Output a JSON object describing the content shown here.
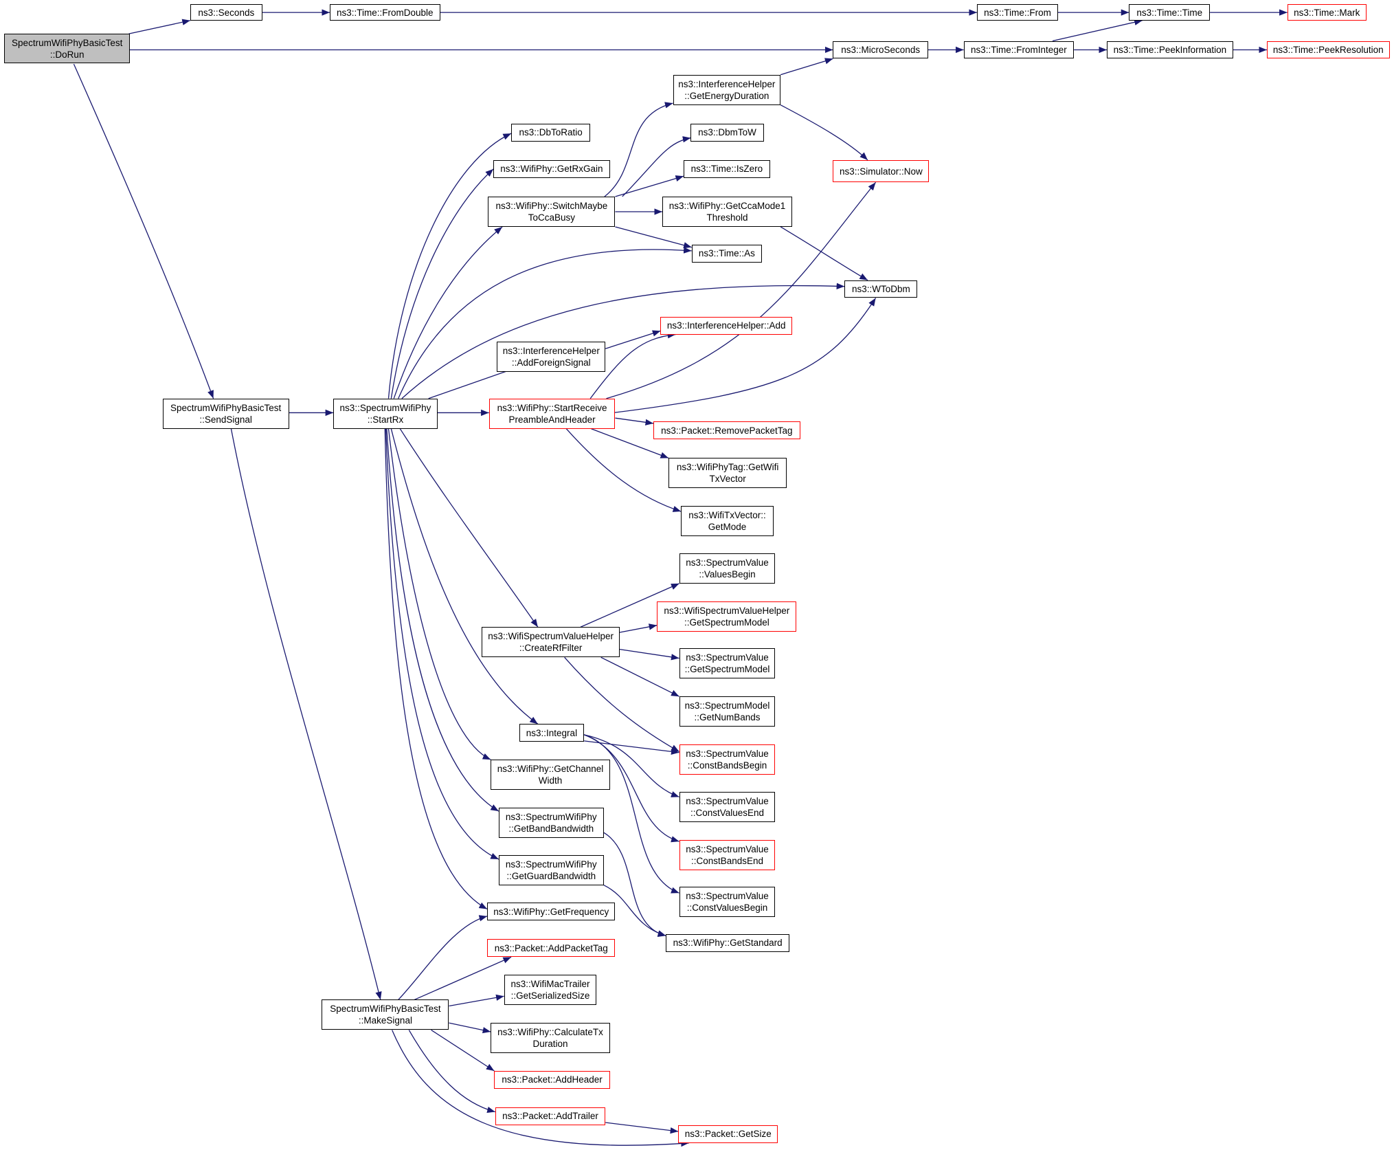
{
  "colors": {
    "edge": "#191970",
    "border": "#000000",
    "border_incomplete": "#ff0000",
    "root_fill": "#bfbfbf"
  },
  "nodes": {
    "dorun": {
      "lines": [
        "SpectrumWifiPhyBasicTest",
        "::DoRun"
      ]
    },
    "seconds": {
      "lines": [
        "ns3::Seconds"
      ]
    },
    "fromdouble": {
      "lines": [
        "ns3::Time::FromDouble"
      ]
    },
    "timefrom": {
      "lines": [
        "ns3::Time::From"
      ]
    },
    "timetime": {
      "lines": [
        "ns3::Time::Time"
      ]
    },
    "timemark": {
      "lines": [
        "ns3::Time::Mark"
      ]
    },
    "microseconds": {
      "lines": [
        "ns3::MicroSeconds"
      ]
    },
    "frominteger": {
      "lines": [
        "ns3::Time::FromInteger"
      ]
    },
    "peekinfo": {
      "lines": [
        "ns3::Time::PeekInformation"
      ]
    },
    "peekres": {
      "lines": [
        "ns3::Time::PeekResolution"
      ]
    },
    "energydur": {
      "lines": [
        "ns3::InterferenceHelper",
        "::GetEnergyDuration"
      ]
    },
    "dbtoratio": {
      "lines": [
        "ns3::DbToRatio"
      ]
    },
    "dbmtow": {
      "lines": [
        "ns3::DbmToW"
      ]
    },
    "isyzero": {
      "lines": [
        "ns3::Time::IsZero"
      ]
    },
    "simnow": {
      "lines": [
        "ns3::Simulator::Now"
      ]
    },
    "getrxgain": {
      "lines": [
        "ns3::WifiPhy::GetRxGain"
      ]
    },
    "switchmaybe": {
      "lines": [
        "ns3::WifiPhy::SwitchMaybe",
        "ToCcaBusy"
      ]
    },
    "ccamode": {
      "lines": [
        "ns3::WifiPhy::GetCcaMode1",
        "Threshold"
      ]
    },
    "timeas": {
      "lines": [
        "ns3::Time::As"
      ]
    },
    "wtodbm": {
      "lines": [
        "ns3::WToDbm"
      ]
    },
    "ihadd": {
      "lines": [
        "ns3::InterferenceHelper::Add"
      ]
    },
    "addforeign": {
      "lines": [
        "ns3::InterferenceHelper",
        "::AddForeignSignal"
      ]
    },
    "sendsignal": {
      "lines": [
        "SpectrumWifiPhyBasicTest",
        "::SendSignal"
      ]
    },
    "startrx": {
      "lines": [
        "ns3::SpectrumWifiPhy",
        "::StartRx"
      ]
    },
    "startrecv": {
      "lines": [
        "ns3::WifiPhy::StartReceive",
        "PreambleAndHeader"
      ]
    },
    "removetag": {
      "lines": [
        "ns3::Packet::RemovePacketTag"
      ]
    },
    "phytag": {
      "lines": [
        "ns3::WifiPhyTag::GetWifi",
        "TxVector"
      ]
    },
    "txvecmode": {
      "lines": [
        "ns3::WifiTxVector::",
        "GetMode"
      ]
    },
    "valuesbegin": {
      "lines": [
        "ns3::SpectrumValue",
        "::ValuesBegin"
      ]
    },
    "wsvhmodel": {
      "lines": [
        "ns3::WifiSpectrumValueHelper",
        "::GetSpectrumModel"
      ]
    },
    "createrf": {
      "lines": [
        "ns3::WifiSpectrumValueHelper",
        "::CreateRfFilter"
      ]
    },
    "svmodel": {
      "lines": [
        "ns3::SpectrumValue",
        "::GetSpectrumModel"
      ]
    },
    "numbands": {
      "lines": [
        "ns3::SpectrumModel",
        "::GetNumBands"
      ]
    },
    "integral": {
      "lines": [
        "ns3::Integral"
      ]
    },
    "cbbegin": {
      "lines": [
        "ns3::SpectrumValue",
        "::ConstBandsBegin"
      ]
    },
    "chanwidth": {
      "lines": [
        "ns3::WifiPhy::GetChannel",
        "Width"
      ]
    },
    "cvend": {
      "lines": [
        "ns3::SpectrumValue",
        "::ConstValuesEnd"
      ]
    },
    "bandbw": {
      "lines": [
        "ns3::SpectrumWifiPhy",
        "::GetBandBandwidth"
      ]
    },
    "cbend": {
      "lines": [
        "ns3::SpectrumValue",
        "::ConstBandsEnd"
      ]
    },
    "guardbw": {
      "lines": [
        "ns3::SpectrumWifiPhy",
        "::GetGuardBandwidth"
      ]
    },
    "cvbegin": {
      "lines": [
        "ns3::SpectrumValue",
        "::ConstValuesBegin"
      ]
    },
    "getfreq": {
      "lines": [
        "ns3::WifiPhy::GetFrequency"
      ]
    },
    "getstd": {
      "lines": [
        "ns3::WifiPhy::GetStandard"
      ]
    },
    "addpkttag": {
      "lines": [
        "ns3::Packet::AddPacketTag"
      ]
    },
    "mactrailer": {
      "lines": [
        "ns3::WifiMacTrailer",
        "::GetSerializedSize"
      ]
    },
    "makesignal": {
      "lines": [
        "SpectrumWifiPhyBasicTest",
        "::MakeSignal"
      ]
    },
    "calctx": {
      "lines": [
        "ns3::WifiPhy::CalculateTx",
        "Duration"
      ]
    },
    "addheader": {
      "lines": [
        "ns3::Packet::AddHeader"
      ]
    },
    "addtrailer": {
      "lines": [
        "ns3::Packet::AddTrailer"
      ]
    },
    "getsize": {
      "lines": [
        "ns3::Packet::GetSize"
      ]
    }
  }
}
